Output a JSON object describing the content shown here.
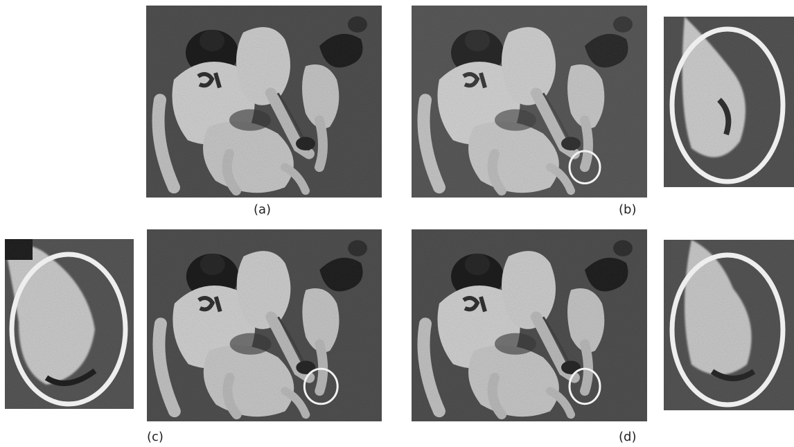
{
  "figure": {
    "captions": {
      "a": "(a)",
      "b": "(b)",
      "c": "(c)",
      "d": "(d)"
    },
    "colors": {
      "field_dark": "#3a3a3a",
      "field_mid": "#6a6a6a",
      "player_light": "#d9d9d9",
      "player_dark": "#1e1e1e",
      "highlight_ring": "#f2f2f2"
    }
  }
}
